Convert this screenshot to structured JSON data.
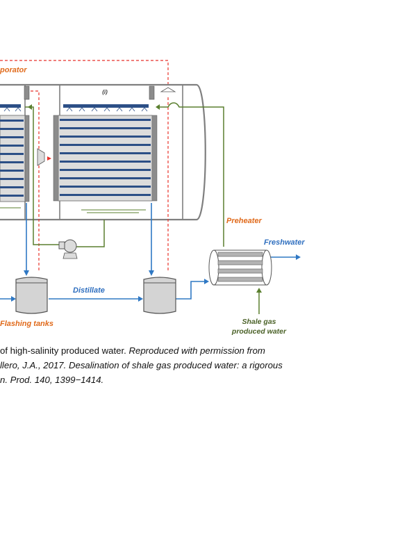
{
  "diagram": {
    "labels": {
      "evaporator": "porator",
      "unit_marker": "(i)",
      "preheater": "Preheater",
      "freshwater": "Freshwater",
      "distillate": "Distillate",
      "flashing_tanks": "Flashing tanks",
      "feed_line1": "Shale gas",
      "feed_line2": "produced water"
    },
    "colors": {
      "vessel": "#7f7f7f",
      "tubes": "#2c4f86",
      "brine_line": "#5a7f2e",
      "vapor_line": "#e8322a",
      "distillate_line": "#2f78c4",
      "label_orange": "#e06a1b",
      "label_blue": "#2f6fbf"
    }
  },
  "caption": {
    "line1_plain": " of high-salinity produced water. ",
    "line1_italic": "Reproduced with permission from",
    "line2_italic": "llero, J.A., 2017. Desalination of shale gas produced water: a rigorous",
    "line3_italic": "n. Prod. 140, 1399−1414."
  }
}
